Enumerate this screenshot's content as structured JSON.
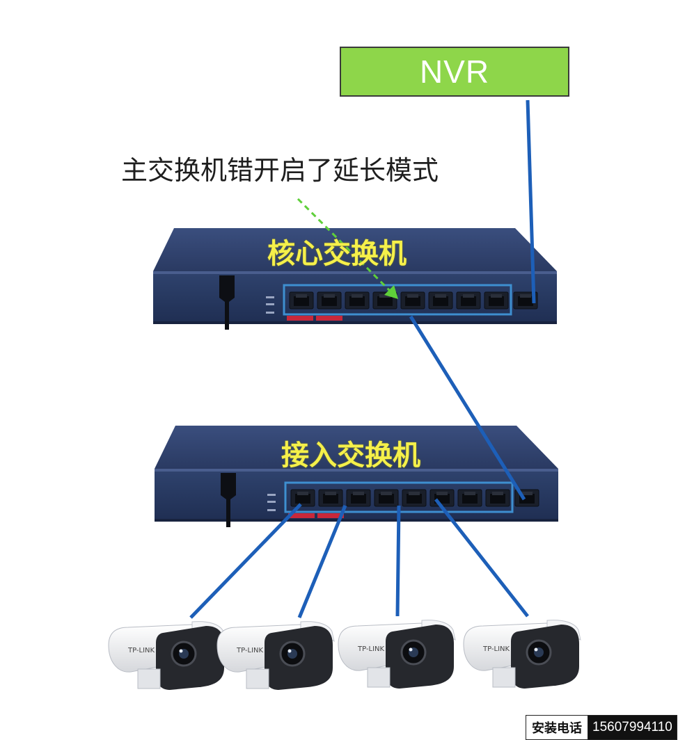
{
  "nvr": {
    "label": "NVR"
  },
  "annotation": {
    "text": "主交换机错开启了延长模式"
  },
  "core_switch": {
    "label": "核心交换机"
  },
  "access_switch": {
    "label": "接入交换机"
  },
  "contact": {
    "label": "安装电话",
    "number": "15607994110"
  },
  "colors": {
    "cable": "#1d5fb8",
    "nvr_fill": "#8ed64a",
    "switch_body": "#2c3e66",
    "switch_title": "#f5f04a",
    "arrow": "#5fcf3a",
    "port_panel": "#3e8fd0"
  },
  "icons": {
    "switch": "network-switch-icon",
    "camera": "bullet-camera-icon"
  }
}
